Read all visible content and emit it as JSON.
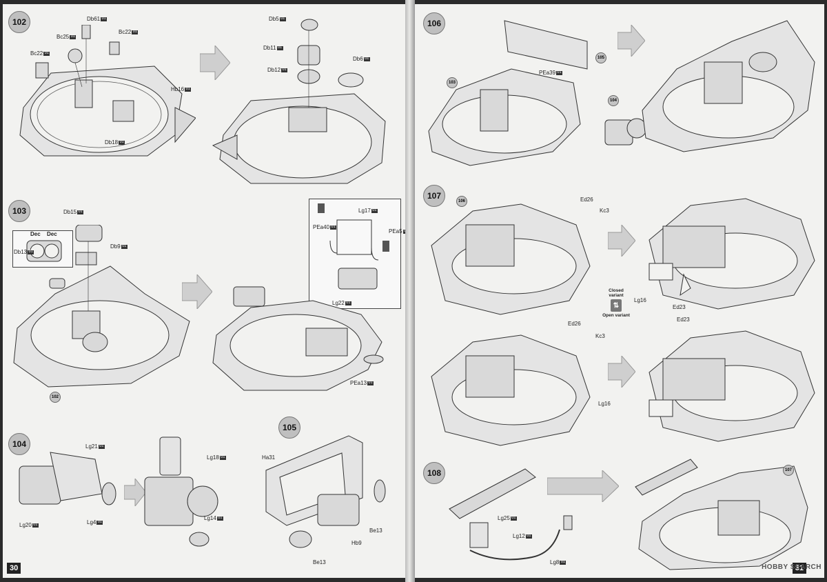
{
  "left_page": {
    "page_number": "30",
    "steps": [
      {
        "number": "102",
        "labels": [
          {
            "text": "Db61",
            "tag": "01"
          },
          {
            "text": "Bc25",
            "tag": "01"
          },
          {
            "text": "Bc22",
            "tag": "01"
          },
          {
            "text": "Bc22",
            "tag": "01"
          },
          {
            "text": "Hb16",
            "tag": "01"
          },
          {
            "text": "Db18",
            "tag": "01"
          },
          {
            "text": "Db5",
            "tag": "01"
          },
          {
            "text": "Db11",
            "tag": "01"
          },
          {
            "text": "Db12",
            "tag": "01"
          },
          {
            "text": "Db6",
            "tag": "01"
          }
        ]
      },
      {
        "number": "103",
        "labels": [
          {
            "text": "Db15",
            "tag": "01"
          },
          {
            "text": "Dec",
            "tag": ""
          },
          {
            "text": "Dec",
            "tag": ""
          },
          {
            "text": "Db13",
            "tag": "01"
          },
          {
            "text": "Db9",
            "tag": "01"
          },
          {
            "text": "PEa40",
            "tag": "01"
          },
          {
            "text": "Lg17",
            "tag": "01"
          },
          {
            "text": "PEa5",
            "tag": "01"
          },
          {
            "text": "Lg22",
            "tag": "01"
          },
          {
            "text": "PEa13",
            "tag": "01"
          }
        ],
        "callout": "102"
      },
      {
        "number": "104",
        "labels": [
          {
            "text": "Lg21",
            "tag": "01"
          },
          {
            "text": "Lg18",
            "tag": "01"
          },
          {
            "text": "Lg20",
            "tag": "01"
          },
          {
            "text": "Lg4",
            "tag": "01"
          },
          {
            "text": "Lg14",
            "tag": "01"
          }
        ]
      },
      {
        "number": "105",
        "labels": [
          {
            "text": "Ha31",
            "tag": ""
          },
          {
            "text": "Be13",
            "tag": ""
          },
          {
            "text": "Hb9",
            "tag": ""
          },
          {
            "text": "Be13",
            "tag": ""
          }
        ]
      }
    ]
  },
  "right_page": {
    "page_number": "31",
    "steps": [
      {
        "number": "106",
        "labels": [
          {
            "text": "PEa39",
            "tag": "01"
          }
        ],
        "callouts": [
          "103",
          "105",
          "104"
        ]
      },
      {
        "number": "107",
        "labels": [
          {
            "text": "Ed26",
            "tag": ""
          },
          {
            "text": "Kc3",
            "tag": ""
          },
          {
            "text": "Lg16",
            "tag": ""
          },
          {
            "text": "Ed23",
            "tag": ""
          },
          {
            "text": "Ed23",
            "tag": ""
          },
          {
            "text": "Ed26",
            "tag": ""
          },
          {
            "text": "Kc3",
            "tag": ""
          },
          {
            "text": "Lg16",
            "tag": ""
          }
        ],
        "callout": "106"
      },
      {
        "number": "108",
        "labels": [
          {
            "text": "Lg25",
            "tag": "01"
          },
          {
            "text": "Lg12",
            "tag": "01"
          },
          {
            "text": "Lg8",
            "tag": "01"
          }
        ],
        "callout": "107"
      }
    ],
    "variant": {
      "closed": "Closed variant",
      "open": "Open variant",
      "icon": "swap-icon"
    }
  },
  "watermark": "HOBBY SEARCH",
  "colors": {
    "page": "#f2f2f0",
    "part": "#d9d9d9",
    "line": "#333333",
    "arrow": "#cfcfcf"
  }
}
